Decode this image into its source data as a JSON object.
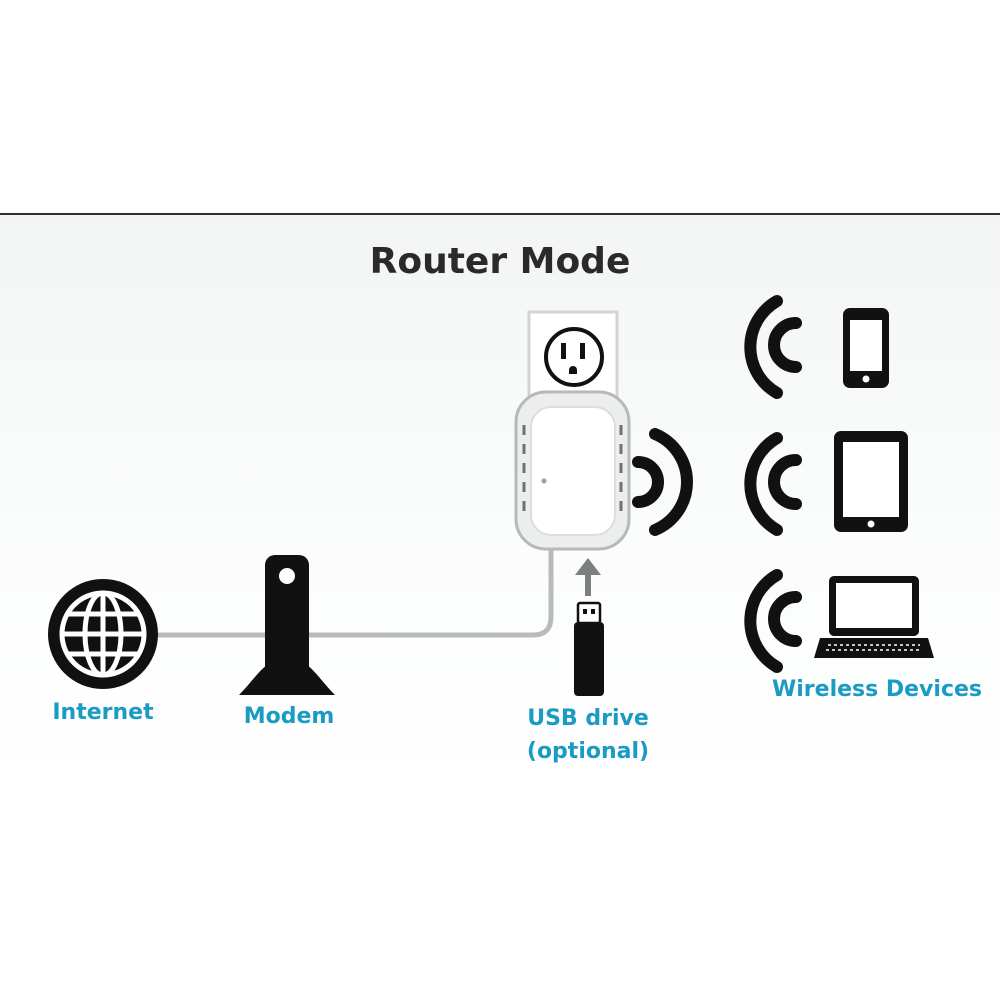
{
  "title": "Router Mode",
  "labels": {
    "internet": "Internet",
    "modem": "Modem",
    "usb_line1": "USB drive",
    "usb_line2": "(optional)",
    "wireless": "Wireless Devices"
  },
  "colors": {
    "label": "#1a9bc4",
    "icon": "#111111",
    "cable": "#b9bbbb",
    "title": "#2a2a2a"
  },
  "icons": [
    "globe-icon",
    "modem-icon",
    "wall-outlet-icon",
    "router-extender-icon",
    "usb-drive-icon",
    "up-arrow-icon",
    "wifi-signal-icon",
    "smartphone-icon",
    "tablet-icon",
    "laptop-icon"
  ]
}
